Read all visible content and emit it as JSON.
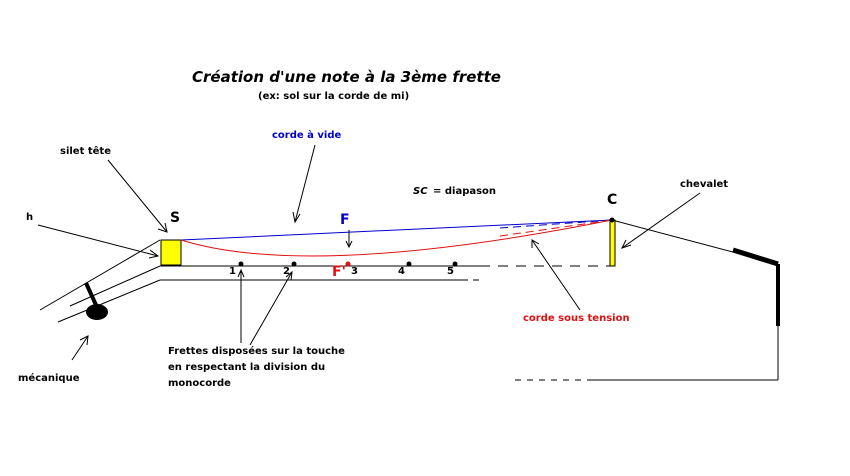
{
  "title": "Création d'une note à la 3ème frette",
  "subtitle": "(ex: sol sur la corde de mi)",
  "labels": {
    "silet": "silet tête",
    "h": "h",
    "S": "S",
    "C": "C",
    "F": "F",
    "F_prime": "F'",
    "corde_a_vide": "corde à vide",
    "sc": "SC",
    "sc_eq": "= diapason",
    "chevalet": "chevalet",
    "corde_sous_tension": "corde sous tension",
    "mecanique": "mécanique",
    "frettes_line1": "Frettes disposées sur la touche",
    "frettes_line2": "en respectant la division du",
    "frettes_line3": "monocorde"
  },
  "frets": [
    "1",
    "2",
    "3",
    "4",
    "5"
  ],
  "colors": {
    "blue_string": "#0000cc",
    "red_string": "#dd1111",
    "yellow": "#ffff00",
    "black": "#000000"
  }
}
